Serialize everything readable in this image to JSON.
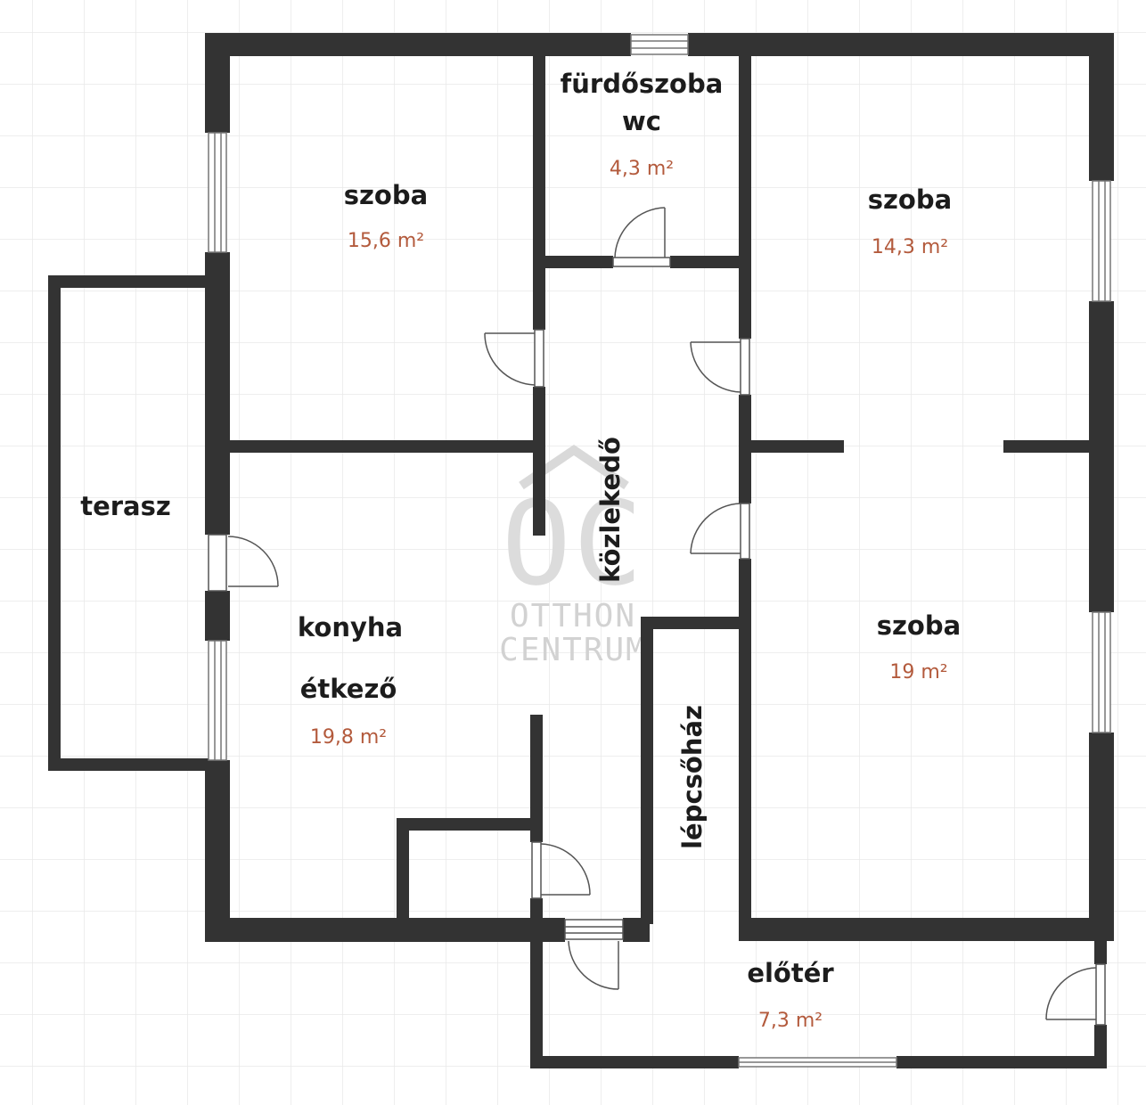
{
  "colors": {
    "wall": "#333333",
    "name_text": "#1c1c1c",
    "area_text": "#b35a3c",
    "grid": "#e9e9e9",
    "watermark": "#d2d2d2"
  },
  "watermark": {
    "logo": "OC",
    "line1": "OTTHON",
    "line2": "CENTRUM"
  },
  "rooms": {
    "szoba_left": {
      "name": "szoba",
      "area": "15,6 m²"
    },
    "furdo": {
      "name": "fürdőszoba",
      "name2": "wc",
      "area": "4,3 m²"
    },
    "szoba_right_top": {
      "name": "szoba",
      "area": "14,3 m²"
    },
    "terasz": {
      "name": "terasz"
    },
    "kozlekedo": {
      "name": "közlekedő"
    },
    "konyha": {
      "name": "konyha",
      "name2": "étkező",
      "area": "19,8 m²"
    },
    "szoba_right_bottom": {
      "name": "szoba",
      "area": "19 m²"
    },
    "lepcsohaz": {
      "name": "lépcsőház"
    },
    "eloter": {
      "name": "előtér",
      "area": "7,3 m²"
    }
  }
}
